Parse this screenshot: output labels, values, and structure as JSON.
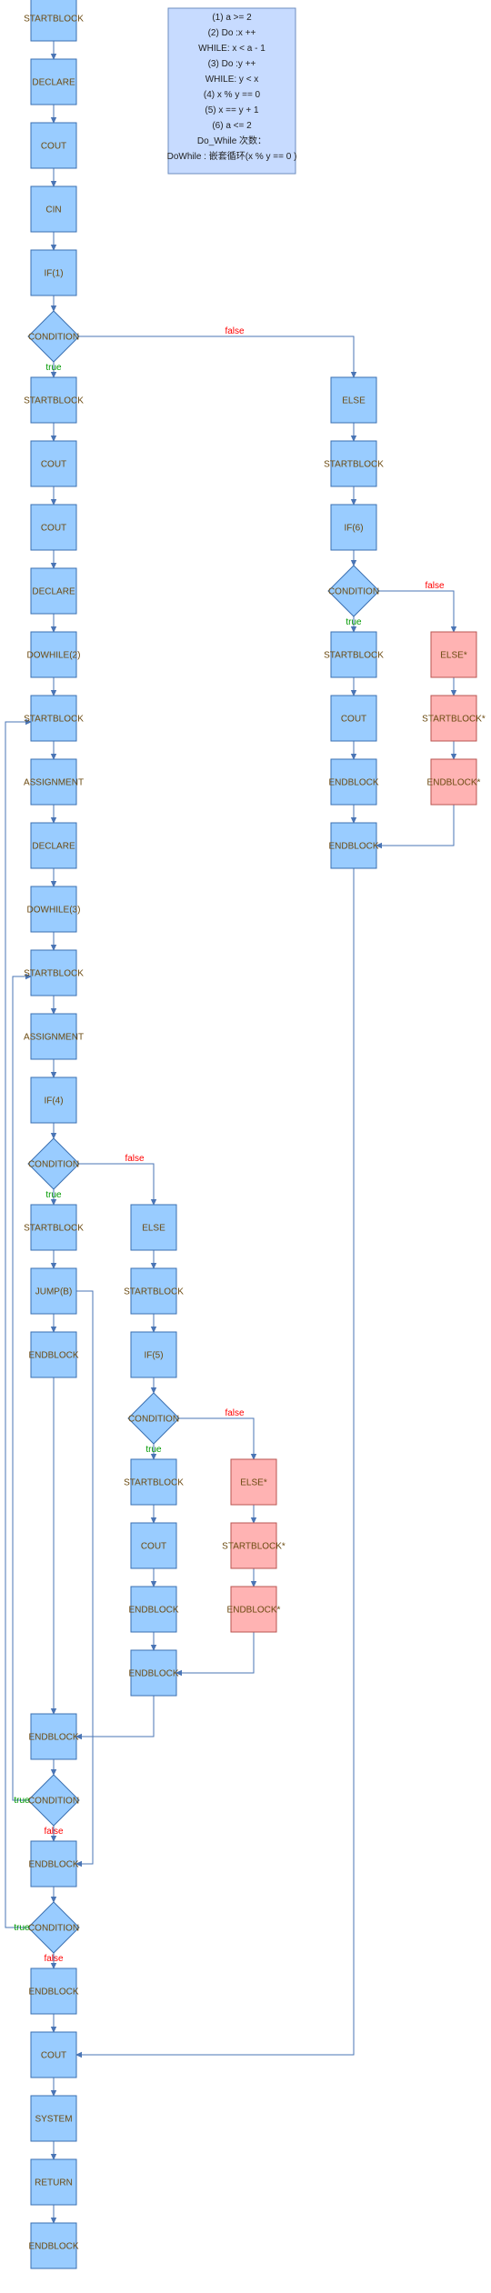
{
  "colors": {
    "node_fill": "#99ccff",
    "node_stroke": "#3a6fb0",
    "else_fill": "#ffb3b3",
    "else_stroke": "#b85450",
    "note_fill": "#c7dbff",
    "note_stroke": "#6c8ebf",
    "edge": "#4a75b5",
    "true_label": "#009900",
    "false_label": "#ff0000"
  },
  "note": {
    "lines": [
      "(1) a >= 2",
      "(2) Do :x ++",
      "WHILE: x < a - 1",
      "(3) Do :y ++",
      "WHILE: y < x",
      "(4) x % y == 0",
      "(5) x == y + 1",
      "(6) a <= 2",
      "Do_While 次数：",
      "DoWhile : 嵌套循环(x % y == 0 )"
    ]
  },
  "nodes": [
    {
      "id": "n1",
      "label": "STARTBLOCK"
    },
    {
      "id": "n2",
      "label": "DECLARE"
    },
    {
      "id": "n3",
      "label": "COUT"
    },
    {
      "id": "n4",
      "label": "CIN"
    },
    {
      "id": "n5",
      "label": "IF(1)"
    },
    {
      "id": "c1",
      "label": "CONDITION"
    },
    {
      "id": "n6",
      "label": "STARTBLOCK"
    },
    {
      "id": "n7",
      "label": "COUT"
    },
    {
      "id": "n8",
      "label": "COUT"
    },
    {
      "id": "n9",
      "label": "DECLARE"
    },
    {
      "id": "n10",
      "label": "DOWHILE(2)"
    },
    {
      "id": "n11",
      "label": "STARTBLOCK"
    },
    {
      "id": "n12",
      "label": "ASSIGNMENT"
    },
    {
      "id": "n13",
      "label": "DECLARE"
    },
    {
      "id": "n14",
      "label": "DOWHILE(3)"
    },
    {
      "id": "n15",
      "label": "STARTBLOCK"
    },
    {
      "id": "n16",
      "label": "ASSIGNMENT"
    },
    {
      "id": "n17",
      "label": "IF(4)"
    },
    {
      "id": "c2",
      "label": "CONDITION"
    },
    {
      "id": "n18",
      "label": "STARTBLOCK"
    },
    {
      "id": "n19",
      "label": "JUMP(B)"
    },
    {
      "id": "n20",
      "label": "ENDBLOCK"
    },
    {
      "id": "n21",
      "label": "ENDBLOCK"
    },
    {
      "id": "c4",
      "label": "CONDITION"
    },
    {
      "id": "n22",
      "label": "ENDBLOCK"
    },
    {
      "id": "c5",
      "label": "CONDITION"
    },
    {
      "id": "n23",
      "label": "ENDBLOCK"
    },
    {
      "id": "n24",
      "label": "COUT"
    },
    {
      "id": "n25",
      "label": "SYSTEM"
    },
    {
      "id": "n26",
      "label": "RETURN"
    },
    {
      "id": "n27",
      "label": "ENDBLOCK"
    },
    {
      "id": "m1",
      "label": "ELSE"
    },
    {
      "id": "m2",
      "label": "STARTBLOCK"
    },
    {
      "id": "m3",
      "label": "IF(5)"
    },
    {
      "id": "c3",
      "label": "CONDITION"
    },
    {
      "id": "m4",
      "label": "STARTBLOCK"
    },
    {
      "id": "m5",
      "label": "COUT"
    },
    {
      "id": "m6",
      "label": "ENDBLOCK"
    },
    {
      "id": "m7",
      "label": "ENDBLOCK"
    },
    {
      "id": "p1",
      "label": "ELSE*"
    },
    {
      "id": "p2",
      "label": "STARTBLOCK*"
    },
    {
      "id": "p3",
      "label": "ENDBLOCK*"
    },
    {
      "id": "r1",
      "label": "ELSE"
    },
    {
      "id": "r2",
      "label": "STARTBLOCK"
    },
    {
      "id": "r3",
      "label": "IF(6)"
    },
    {
      "id": "c6",
      "label": "CONDITION"
    },
    {
      "id": "r4",
      "label": "STARTBLOCK"
    },
    {
      "id": "r5",
      "label": "COUT"
    },
    {
      "id": "r6",
      "label": "ENDBLOCK"
    },
    {
      "id": "r7",
      "label": "ENDBLOCK"
    },
    {
      "id": "q1",
      "label": "ELSE*"
    },
    {
      "id": "q2",
      "label": "STARTBLOCK*"
    },
    {
      "id": "q3",
      "label": "ENDBLOCK*"
    }
  ],
  "edge_labels": {
    "true": "true",
    "false": "false"
  }
}
